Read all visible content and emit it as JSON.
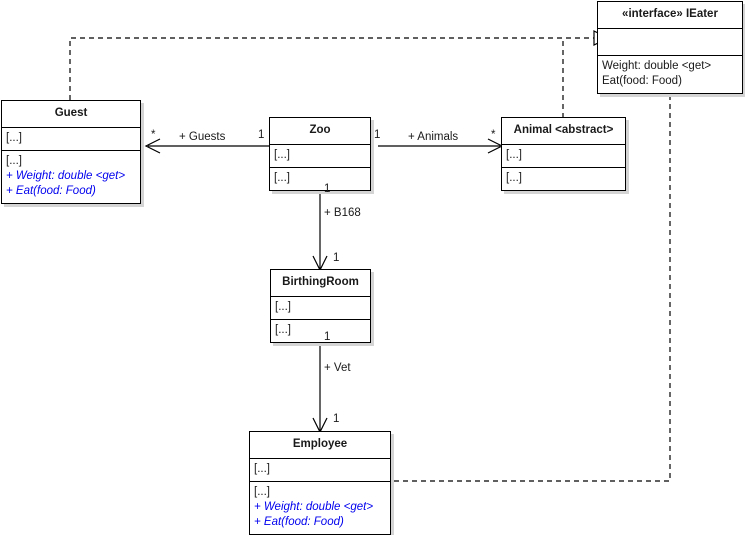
{
  "diagram": {
    "type": "uml-class-diagram",
    "title": "Zoo UML class diagram",
    "colors": {
      "line": "#000000",
      "box_fill": "#ffffff",
      "shadow": "#d4d4d4",
      "interface_member_text": "#0000ee",
      "text": "#1a1a1a"
    }
  },
  "classes": {
    "ieater": {
      "name": "«interface» IEater",
      "compartment1": [],
      "compartment2": [
        "Weight: double <get>",
        "Eat(food: Food)"
      ]
    },
    "guest": {
      "name": "Guest",
      "compartment1": [
        "[...]"
      ],
      "compartment2": [
        "[...]",
        "+ Weight: double <get>",
        "+ Eat(food: Food)"
      ]
    },
    "zoo": {
      "name": "Zoo",
      "compartment1": [
        "[...]"
      ],
      "compartment2": [
        "[...]"
      ]
    },
    "animal": {
      "name": "Animal <abstract>",
      "compartment1": [
        "[...]"
      ],
      "compartment2": [
        "[...]"
      ]
    },
    "birthingroom": {
      "name": "BirthingRoom",
      "compartment1": [
        "[...]"
      ],
      "compartment2": [
        "[...]"
      ]
    },
    "employee": {
      "name": "Employee",
      "compartment1": [
        "[...]"
      ],
      "compartment2": [
        "[...]",
        "+ Weight: double <get>",
        "+ Eat(food: Food)"
      ]
    }
  },
  "associations": {
    "guests": {
      "label": "+ Guests",
      "source_multiplicity": "1",
      "target_multiplicity": "*"
    },
    "animals": {
      "label": "+ Animals",
      "source_multiplicity": "1",
      "target_multiplicity": "*"
    },
    "b168": {
      "label": "+ B168",
      "source_multiplicity": "1",
      "target_multiplicity": "1"
    },
    "vet": {
      "label": "+ Vet",
      "source_multiplicity": "1",
      "target_multiplicity": "1"
    }
  }
}
